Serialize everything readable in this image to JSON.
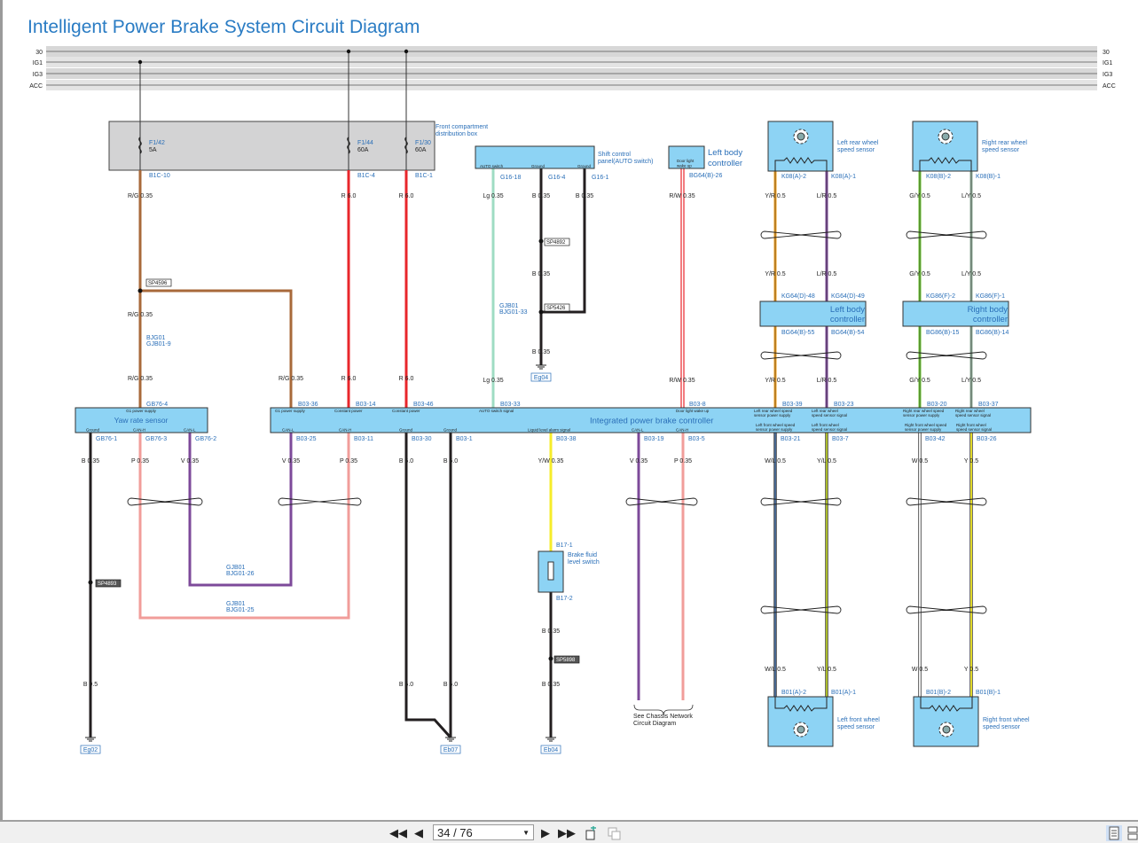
{
  "title": "Intelligent Power Brake System Circuit Diagram",
  "rails": [
    "30",
    "IG1",
    "IG3",
    "ACC"
  ],
  "wire_colors": {
    "brown": "#a8693a",
    "red": "#e8262b",
    "light_green": "#9fdcc3",
    "black": "#231f20",
    "orange": "#f7a21b",
    "purple": "#7d4a9a",
    "green": "#6cc531",
    "gray_green": "#8fae98",
    "pink": "#f19d9a",
    "yellow": "#f6ec2a",
    "yellow_green": "#b7c92a",
    "blue_white": "#4a6d9a",
    "component_fill": "#8dd3f4",
    "fuse_box_fill": "#d3d3d4",
    "label_blue": "#2a6fb8"
  },
  "fuse_box": {
    "label_1": "Front compartment",
    "label_2": "distribution box",
    "fuses": [
      {
        "id": "F1/42",
        "rating": "5A",
        "pin": "B1C-10"
      },
      {
        "id": "F1/44",
        "rating": "60A",
        "pin": "B1C-4"
      },
      {
        "id": "F1/30",
        "rating": "60A",
        "pin": "B1C-1"
      }
    ]
  },
  "shift_panel": {
    "label_1": "Shift control",
    "label_2": "panel(AUTO switch)",
    "pins": [
      "AUTO switch",
      "Ground",
      "Ground"
    ],
    "connectors": [
      "G16-18",
      "G16-4",
      "G16-1"
    ]
  },
  "left_body_top": {
    "label_1": "Left body",
    "label_2": "controller",
    "pin_1": "Door light",
    "pin_2": "wake up",
    "connector": "BG64(B)-26"
  },
  "left_rear_sensor": {
    "label_1": "Left rear wheel",
    "label_2": "speed sensor",
    "connectors": [
      "K08(A)-2",
      "K08(A)-1"
    ]
  },
  "right_rear_sensor": {
    "label_1": "Right rear wheel",
    "label_2": "speed sensor",
    "connectors": [
      "K08(B)-2",
      "K08(B)-1"
    ]
  },
  "left_body_ctrl": {
    "label_1": "Left body",
    "label_2": "controller",
    "top": [
      "KG64(D)-48",
      "KG64(D)-49"
    ],
    "bottom": [
      "BG64(B)-55",
      "BG64(B)-54"
    ]
  },
  "right_body_ctrl": {
    "label_1": "Right body",
    "label_2": "controller",
    "top": [
      "KG86(F)-2",
      "KG86(F)-1"
    ],
    "bottom": [
      "BG86(B)-15",
      "BG86(B)-14"
    ]
  },
  "yaw_sensor": {
    "label": "Yaw rate sensor",
    "top_pin": "G1 power supply",
    "top_conn": "GB76-4",
    "bottom_pins": [
      "Ground",
      "CAN-H",
      "CAN-L"
    ],
    "bottom_conns": [
      "GB76-1",
      "GB76-3",
      "GB76-2"
    ]
  },
  "ipb": {
    "label": "Integrated power brake controller",
    "top_pins": [
      "G1 power supply",
      "Constant power",
      "Constant power",
      "AUTO switch signal",
      "Door light wake up",
      "Left rear wheel speed sensor power supply",
      "Left rear wheel speed sensor signal",
      "Right rear wheel speed sensor power supply",
      "Right rear wheel speed sensor signal"
    ],
    "top_conns": [
      "B03-36",
      "B03-14",
      "B03-46",
      "B03-33",
      "B03-8",
      "B03-39",
      "B03-23",
      "B03-20",
      "B03-37"
    ],
    "bottom_pins": [
      "CAN-L",
      "CAN-H",
      "Ground",
      "Ground",
      "Liquid level alarm signal",
      "CAN-L",
      "CAN-H",
      "Left front wheel speed sensor power supply",
      "Left front wheel speed sensor signal",
      "Right front wheel speed sensor power supply",
      "Right front wheel speed sensor signal"
    ],
    "bottom_conns": [
      "B03-25",
      "B03-11",
      "B03-30",
      "B03-1",
      "B03-38",
      "B03-19",
      "B03-5",
      "B03-21",
      "B03-7",
      "B03-42",
      "B03-26"
    ]
  },
  "brake_fluid_switch": {
    "label_1": "Brake fluid",
    "label_2": "level switch",
    "connectors": [
      "B17-1",
      "B17-2"
    ]
  },
  "left_front_sensor": {
    "label_1": "Left front wheel",
    "label_2": "speed sensor",
    "connectors": [
      "B01(A)-2",
      "B01(A)-1"
    ]
  },
  "right_front_sensor": {
    "label_1": "Right front wheel",
    "label_2": "speed sensor",
    "connectors": [
      "B01(B)-2",
      "B01(B)-1"
    ]
  },
  "inline_connectors": [
    [
      "BJG01",
      "GJB01-9"
    ],
    [
      "GJB01",
      "BJG01-33"
    ],
    [
      "GJB01",
      "BJG01-26"
    ],
    [
      "GJB01",
      "BJG01-25"
    ]
  ],
  "splices": [
    "SP4596",
    "SP4892",
    "SP5426",
    "SP4893",
    "SP5898"
  ],
  "grounds": [
    "Eg04",
    "Eg02",
    "Eb07",
    "Eb04"
  ],
  "chassis_note_1": "See Chassis Network",
  "chassis_note_2": "Circuit Diagram",
  "wires_upper": [
    "R/G 0.35",
    "R 6.0",
    "R 6.0",
    "Lg 0.35",
    "B 0.35",
    "B 0.35",
    "R/W 0.35",
    "Y/R 0.5",
    "L/R 0.5",
    "G/Y 0.5",
    "L/Y 0.5",
    "R/G 0.35",
    "R/G 0.35",
    "R/G 0.35",
    "R 6.0",
    "R 6.0",
    "Lg 0.35",
    "B 0.35",
    "B 0.35",
    "R/W 0.35",
    "Y/R 0.5",
    "L/R 0.5",
    "G/Y 0.5",
    "L/Y 0.5",
    "Y/R 0.5",
    "L/R 0.5",
    "G/Y 0.5",
    "L/Y 0.5"
  ],
  "wires_lower": [
    "B 0.35",
    "P 0.35",
    "V 0.35",
    "V 0.35",
    "P 0.35",
    "B 6.0",
    "B 6.0",
    "Y/W 0.35",
    "V 0.35",
    "P 0.35",
    "W/L 0.5",
    "Y/L 0.5",
    "W 0.5",
    "Y 0.5",
    "B 0.5",
    "B 6.0",
    "B 6.0",
    "B 0.35",
    "B 0.35",
    "W/L 0.5",
    "Y/L 0.5",
    "W 0.5",
    "Y 0.5"
  ],
  "toolbar": {
    "page_value": "34 / 76",
    "first_icon": "first-page-icon",
    "prev_icon": "previous-page-icon",
    "next_icon": "next-page-icon",
    "last_icon": "last-page-icon"
  }
}
